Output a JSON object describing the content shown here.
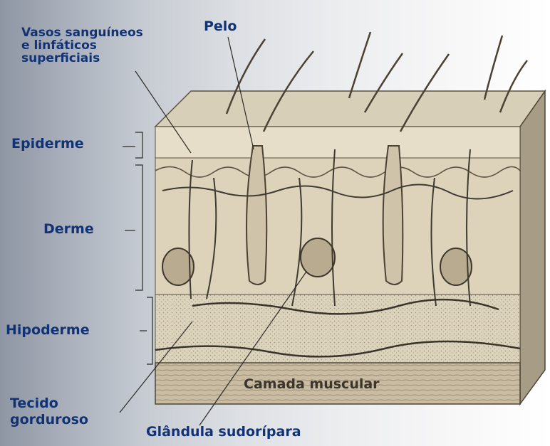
{
  "labels": {
    "vasos": "Vasos sanguíneos\ne linfáticos\nsuperficiais",
    "pelo": "Pelo",
    "epiderme": "Epiderme",
    "derme": "Derme",
    "hipoderme": "Hipoderme",
    "tecido": "Tecido\ngorduroso",
    "glandula": "Glândula sudorípara",
    "camada": "Camada muscular"
  },
  "colors": {
    "label_text": "#123276",
    "skin_light": "#ddd3bb",
    "muscle": "#c2b49a",
    "vessel": "#3f3a32"
  }
}
